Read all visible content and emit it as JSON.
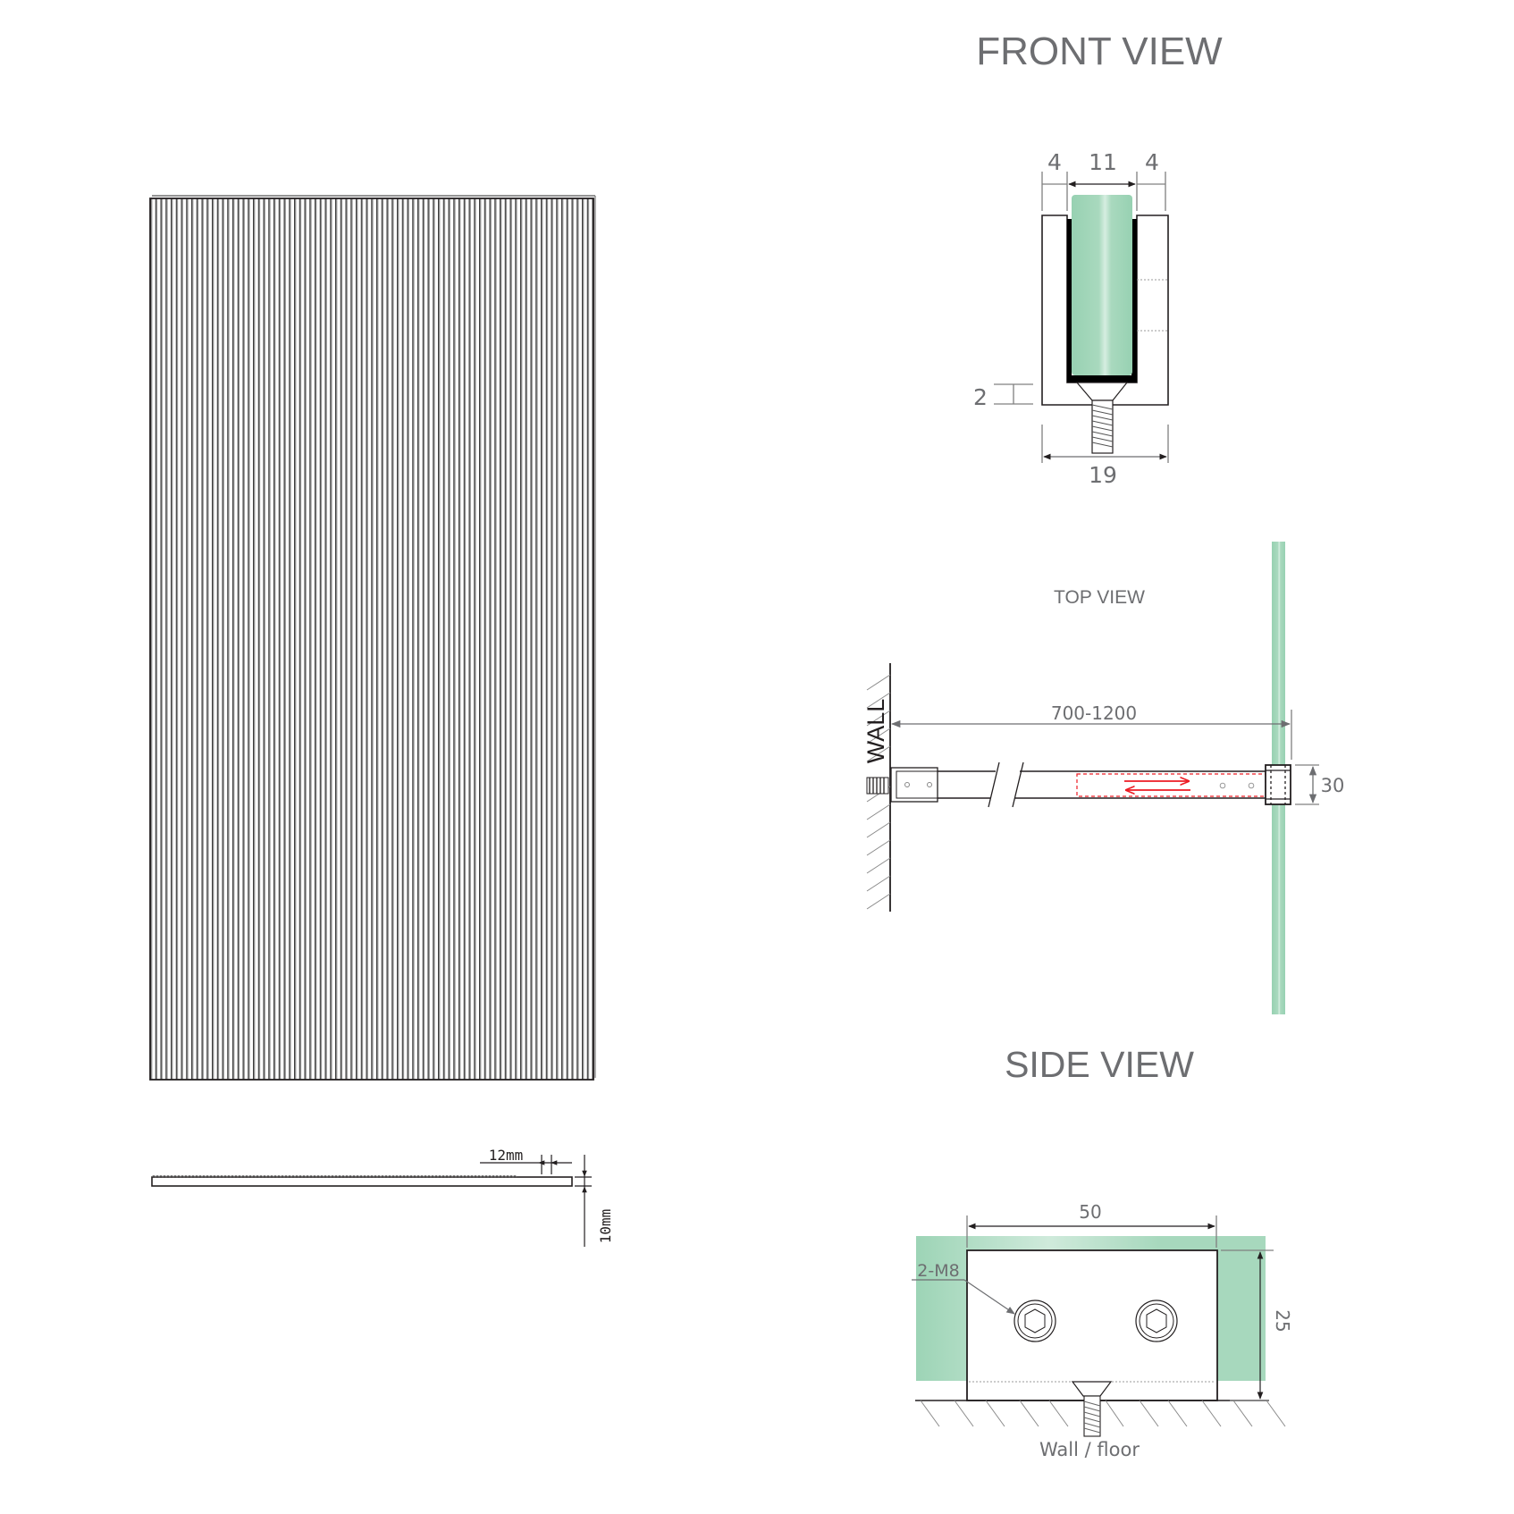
{
  "colors": {
    "glass": "#9dd4b6",
    "glass_highlight": "#d3ede0",
    "gasket": "#000000",
    "line": "#231f20",
    "dimension": "#6d6e71",
    "slide_arrow": "#ed1c24"
  },
  "panel": {
    "name": "fluted-glass-panel",
    "profile": {
      "pitch_label": "12mm",
      "thickness_label": "10mm"
    }
  },
  "front_view": {
    "title": "FRONT VIEW",
    "dims": {
      "left_wall": "4",
      "channel": "11",
      "right_wall": "4",
      "base": "2",
      "overall_width": "19"
    }
  },
  "top_view": {
    "title": "TOP VIEW",
    "wall_label": "WALL",
    "length_range": "700-1200",
    "clamp_height": "30"
  },
  "side_view": {
    "title": "SIDE VIEW",
    "width": "50",
    "height": "25",
    "screw_label": "2-M8",
    "mount_label": "Wall / floor"
  }
}
